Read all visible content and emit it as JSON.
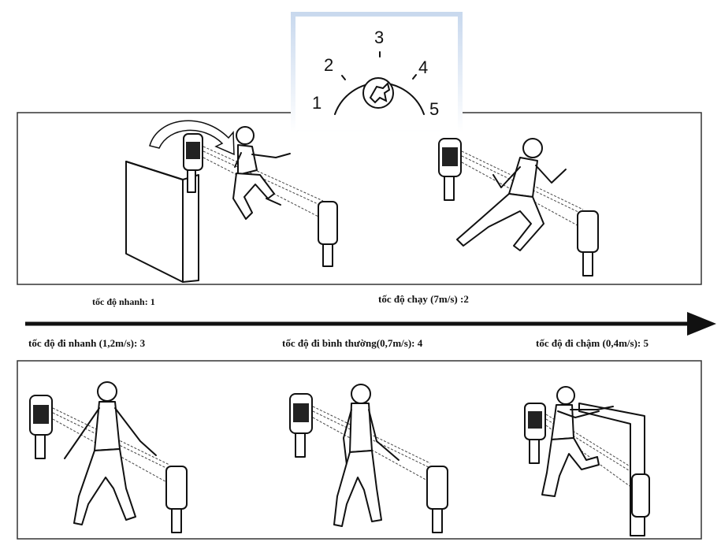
{
  "dial": {
    "numbers": [
      "1",
      "2",
      "3",
      "4",
      "5"
    ],
    "knob_icon": "adjust-knob-icon",
    "frame_color": "#c9d9ee"
  },
  "labels": {
    "speed_1": "tốc độ nhanh: 1",
    "speed_2": "tốc độ chạy (7m/s) :2",
    "speed_3": "tốc độ đi nhanh (1,2m/s): 3",
    "speed_4": "tốc độ đi bình thường(0,7m/s): 4",
    "speed_5": "tốc độ đi chậm (0,4m/s): 5"
  },
  "colors": {
    "line": "#111111",
    "background": "#ffffff"
  }
}
